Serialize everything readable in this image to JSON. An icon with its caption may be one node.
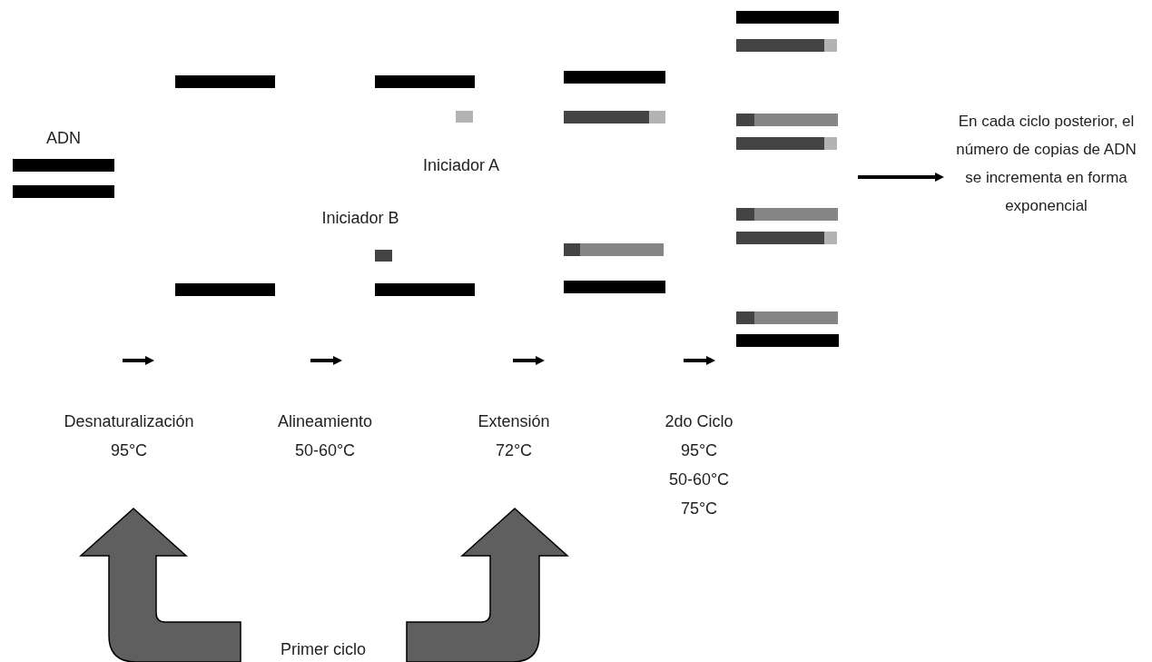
{
  "diagram": {
    "labels": [
      "ADN",
      "Iniciador A",
      "Iniciador B",
      "En cada ciclo posterior, el número de copias de ADN se incrementa en forma exponencial",
      "Desnaturalización",
      "95°C",
      "Alineamiento",
      "50-60°C",
      "Extensión",
      "72°C",
      "2do Ciclo",
      "95°C",
      "50-60°C",
      "75°C",
      "Primer ciclo"
    ]
  }
}
